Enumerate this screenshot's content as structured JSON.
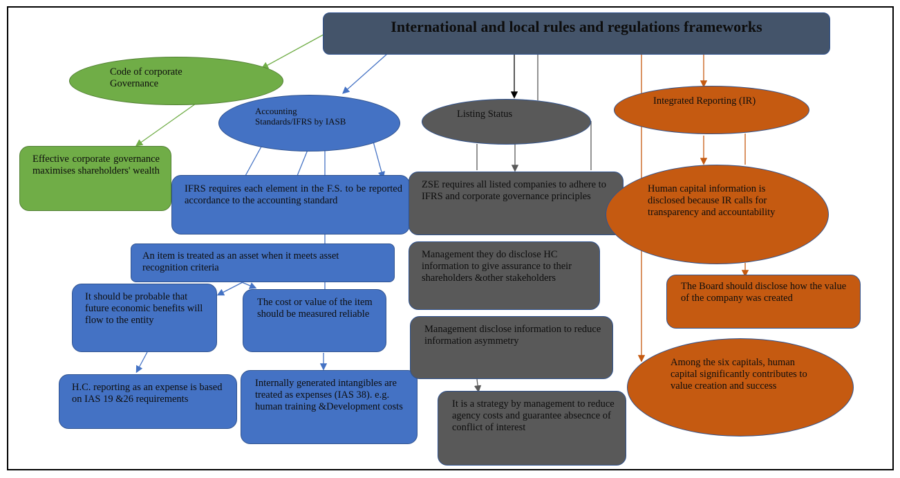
{
  "title": "International and local rules and regulations frameworks",
  "nodes": {
    "code_governance": "Code of corporate Governance",
    "effective_governance": "Effective corporate governance maximises shareholders' wealth",
    "accounting_standards": "Accounting Standards/IFRS by IASB",
    "ifrs_requires": "IFRS requires each element in the F.S. to be reported accordance to the accounting standard",
    "asset_item": "An item is treated as an asset when it meets asset recognition criteria",
    "probable_benefits": "It should be probable that future economic benefits will flow to the entity",
    "cost_value": "The cost or value of the item should be measured reliable",
    "hc_expense": "H.C. reporting as an expense is based on IAS 19 &26 requirements",
    "internal_intangibles": "Internally generated intangibles are treated as expenses (IAS 38). e.g. human training &Development costs",
    "listing_status": "Listing Status",
    "zse_requires": "ZSE requires all listed companies to adhere to IFRS and corporate governance principles",
    "mgmt_disclose_hc": "Management they do disclose HC information to give assurance to their shareholders &other stakeholders",
    "mgmt_reduce_asymmetry": "Management disclose information to reduce information asymmetry",
    "strategy_agency": "It is a strategy by management to reduce agency costs and guarantee absecnce of conflict of interest",
    "integrated_reporting": "Integrated Reporting (IR)",
    "hc_ir_transparency": "Human capital information is disclosed because IR calls for transparency and accountability",
    "board_disclose": "The Board should disclose how the value of the company was created",
    "six_capitals": "Among the six capitals, human capital significantly contributes to value creation and success"
  },
  "colors": {
    "title": "#44546a",
    "accounting": "#4472c4",
    "governance": "#70ad47",
    "listing": "#595959",
    "reporting": "#c55a11"
  }
}
